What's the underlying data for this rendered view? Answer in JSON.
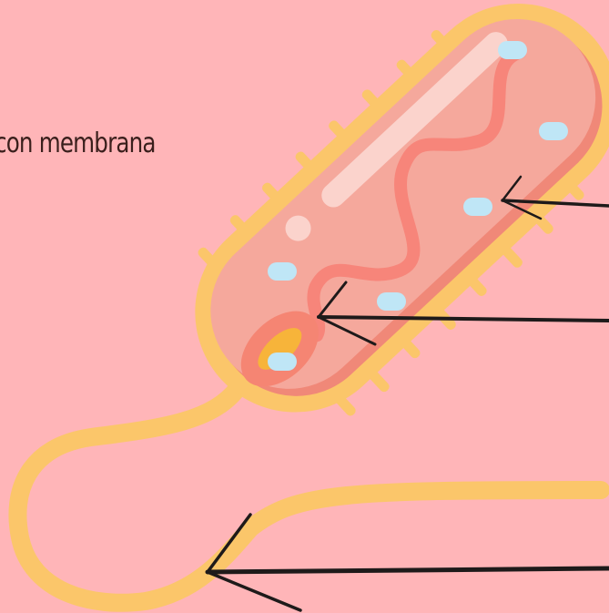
{
  "caption": "con membrana",
  "colors": {
    "background": "#ffb5b8",
    "flagellum": "#fbc66a",
    "capsule": "#fbc66a",
    "cell_body": "#f5a89c",
    "cell_shadow": "#f08878",
    "dna_strand": "#f7857a",
    "highlight": "#fbd3cc",
    "nucleoid": "#f7b43a",
    "nucleoid_ring": "#f58573",
    "ribosome": "#bfe6f6",
    "arrow": "#1e1a1a",
    "text": "#3a1f1c"
  },
  "icons": [
    "bacterium-diagram",
    "pointer-arrow"
  ]
}
